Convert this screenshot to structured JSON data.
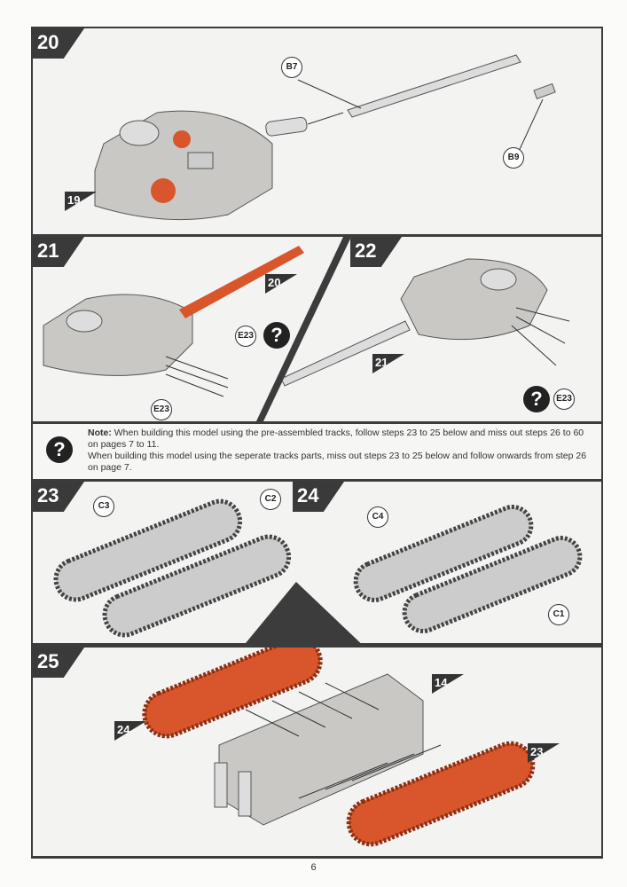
{
  "page_number": "6",
  "steps": {
    "s20": {
      "number": "20",
      "callouts": [
        "B7",
        "B9"
      ],
      "ref": "19"
    },
    "s21": {
      "number": "21",
      "callouts": [
        "E23",
        "E23"
      ],
      "ref": "20",
      "help": "?"
    },
    "s22": {
      "number": "22",
      "callouts": [
        "E23"
      ],
      "ref": "21",
      "help": "?"
    },
    "s23": {
      "number": "23",
      "callouts": [
        "C3",
        "C2"
      ]
    },
    "s24": {
      "number": "24",
      "callouts": [
        "C4",
        "C1"
      ]
    },
    "s25": {
      "number": "25",
      "refs": [
        "24",
        "14",
        "23"
      ]
    }
  },
  "note": {
    "label": "Note:",
    "line1": "When building this model using the pre-assembled tracks, follow steps 23 to 25 below and miss out steps 26 to 60 on pages 7 to 11.",
    "line2": "When building this model using the seperate tracks parts, miss out steps 23 to 25 below and follow onwards from step 26 on page 7.",
    "icon": "?"
  },
  "colors": {
    "part_highlight": "#d9552b",
    "frame": "#3c3c3c",
    "part_grey": "#c9c8c5"
  }
}
